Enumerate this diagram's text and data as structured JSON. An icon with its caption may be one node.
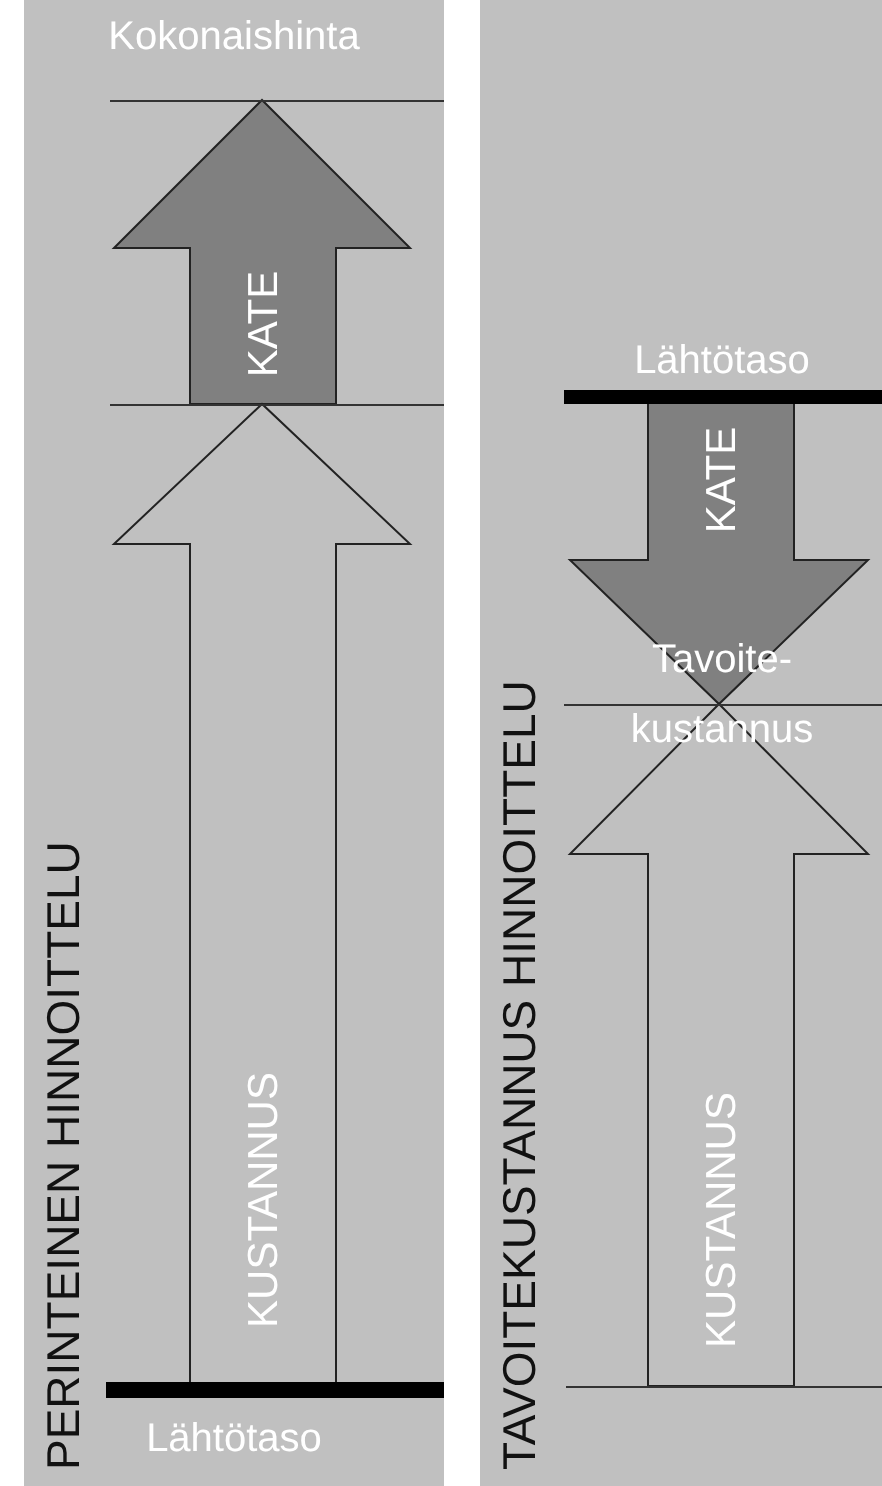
{
  "diagram": {
    "nodes": [
      {
        "text": [
          "PERINTEINEN HINNOITTELU"
        ]
      },
      {
        "text": [
          "KATE"
        ],
        "in": 0
      },
      {
        "text": [
          "KUSTANNUS"
        ],
        "in": 0
      },
      {
        "text": [
          "TAVOITEKUSTANNUS HINNOITTELU"
        ]
      },
      {
        "text": [
          "KATE"
        ],
        "in": 3
      },
      {
        "text": [
          "KUSTANNUS"
        ],
        "in": 3
      }
    ],
    "labels": [
      "Kokonaishinta",
      "Lähtötaso",
      "Lähtötaso",
      "Tavoite-kustannus"
    ]
  }
}
